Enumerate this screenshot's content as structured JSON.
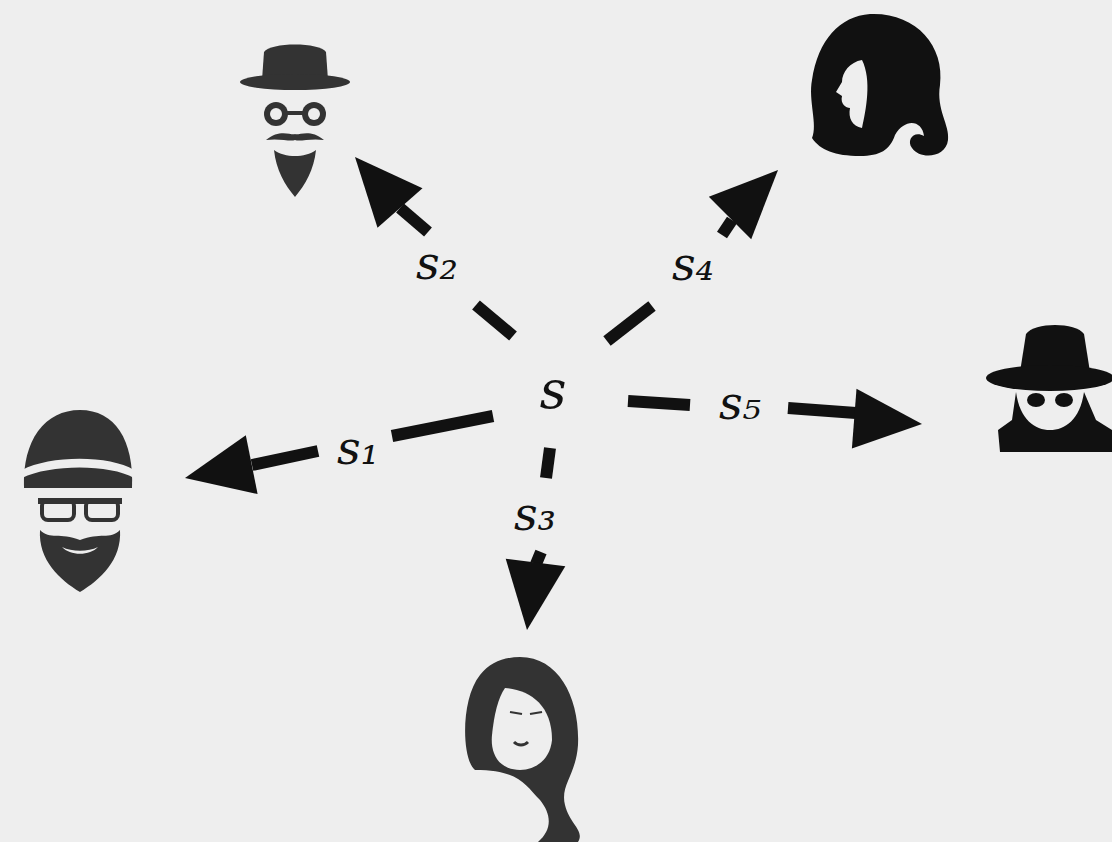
{
  "diagram": {
    "labels": [
      "s",
      "s₁",
      "s₂",
      "s₃",
      "s₄",
      "s₅"
    ]
  }
}
